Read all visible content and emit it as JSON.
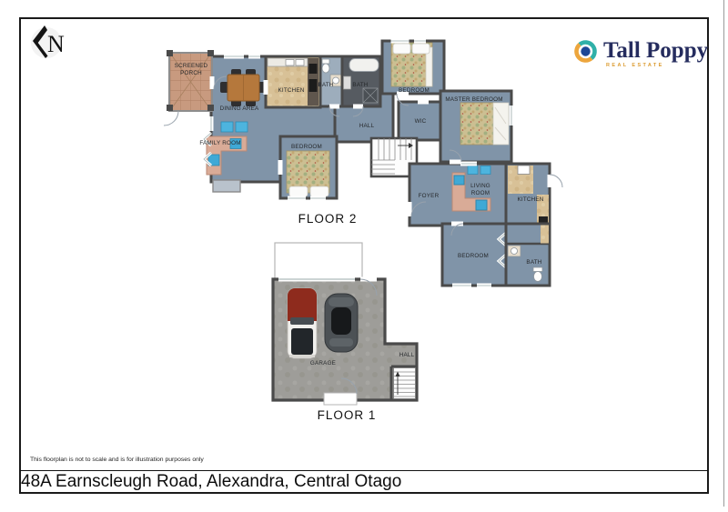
{
  "page": {
    "disclaimer": "This floorplan is not to scale and is for illustration purposes only",
    "address": "48A Earnscleugh Road, Alexandra, Central Otago"
  },
  "compass": {
    "letter": "N"
  },
  "logo": {
    "name": "Tall Poppy",
    "tagline": "REAL ESTATE",
    "colors": {
      "navy": "#252c5e",
      "gold": "#eda63d",
      "teal": "#2fb0a8"
    }
  },
  "plan_palette": {
    "floor": "#8094a8",
    "walls": "#4a4a4a",
    "porch_tile": "#c89a7f",
    "kitchen_floor": "#d8c197",
    "bath_dark": "#565b61",
    "concrete": "#9e9d99",
    "sofa": "#d9ab97",
    "accent_blue": "#3fa9d6",
    "table_wood": "#b5783c"
  },
  "floor2": {
    "title": "FLOOR 2",
    "rooms": {
      "screened_porch_line1": "SCREENED",
      "screened_porch_line2": "PORCH",
      "dining_area": "DINING AREA",
      "kitchen": "KITCHEN",
      "bath_left": "BATH",
      "bath_right": "BATH",
      "hall": "HALL",
      "family_room": "FAMILY ROOM",
      "bedroom_mid": "BEDROOM",
      "bedroom_top": "BEDROOM",
      "master_bedroom": "MASTER BEDROOM",
      "wic": "WIC",
      "foyer": "FOYER",
      "living_room_line1": "LIVING",
      "living_room_line2": "ROOM",
      "kitchen_rear": "KITCHEN",
      "bedroom_lower": "BEDROOM",
      "bath_lower": "BATH"
    }
  },
  "floor1": {
    "title": "FLOOR 1",
    "rooms": {
      "garage": "GARAGE",
      "hall": "HALL"
    }
  }
}
